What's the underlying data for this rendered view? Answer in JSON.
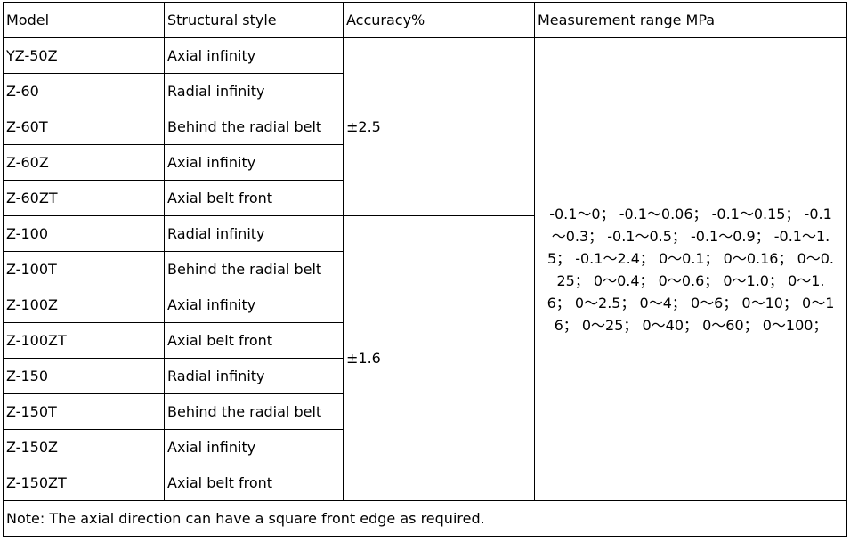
{
  "table": {
    "headers": {
      "model": "Model",
      "style": "Structural style",
      "accuracy": "Accuracy%",
      "range": "Measurement range MPa"
    },
    "rows": [
      {
        "model": "YZ-50Z",
        "style": "Axial infinity"
      },
      {
        "model": "Z-60",
        "style": "Radial infinity"
      },
      {
        "model": "Z-60T",
        "style": "Behind the radial belt"
      },
      {
        "model": "Z-60Z",
        "style": "Axial infinity"
      },
      {
        "model": "Z-60ZT",
        "style": "Axial belt front"
      },
      {
        "model": "Z-100",
        "style": "Radial infinity"
      },
      {
        "model": "Z-100T",
        "style": "Behind the radial belt"
      },
      {
        "model": "Z-100Z",
        "style": "Axial infinity"
      },
      {
        "model": "Z-100ZT",
        "style": "Axial belt front"
      },
      {
        "model": "Z-150",
        "style": "Radial infinity"
      },
      {
        "model": "Z-150T",
        "style": "Behind the radial belt"
      },
      {
        "model": "Z-150Z",
        "style": "Axial infinity"
      },
      {
        "model": "Z-150ZT",
        "style": "Axial belt front"
      }
    ],
    "accuracy_groups": [
      "±2.5",
      "±1.6"
    ],
    "range_text": "-0.1～0； -0.1～0.06； -0.1～0.15； -0.1～0.3； -0.1～0.5； -0.1～0.9； -0.1～1.5； -0.1～2.4； 0～0.1； 0～0.16； 0～0.25； 0～0.4； 0～0.6； 0～1.0； 0～1.6； 0～2.5； 0～4； 0～6； 0～10； 0～16； 0～25； 0～40； 0～60； 0～100；",
    "note": "Note: The axial direction can have a square front edge as required."
  }
}
